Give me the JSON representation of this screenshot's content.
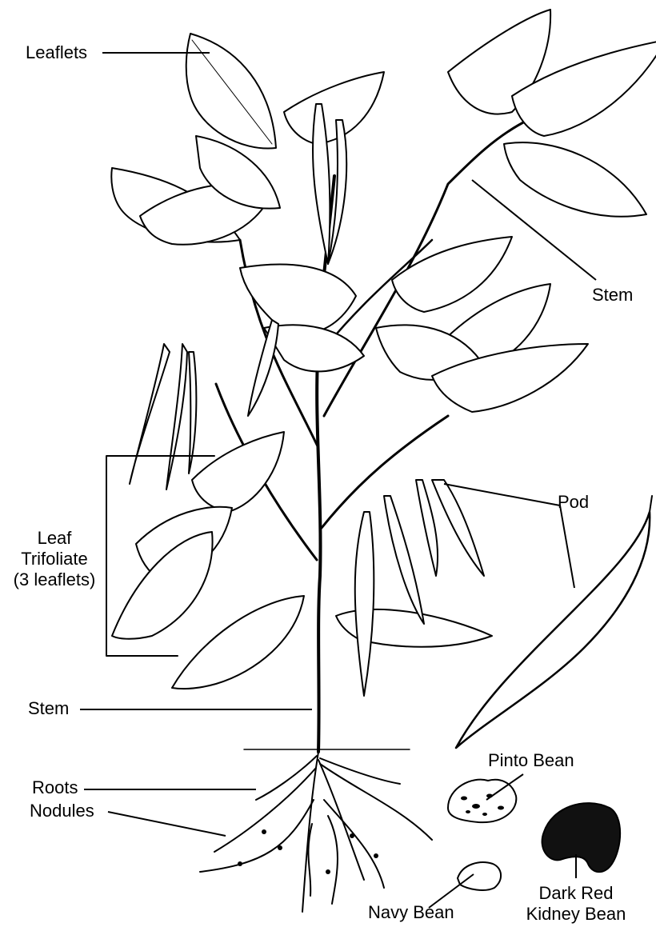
{
  "labels": {
    "leaflets": "Leaflets",
    "stem_top": "Stem",
    "pod": "Pod",
    "leaf_line1": "Leaf",
    "leaf_line2": "Trifoliate",
    "leaf_line3": "(3 leaflets)",
    "stem_bottom": "Stem",
    "roots": "Roots",
    "nodules": "Nodules",
    "pinto": "Pinto Bean",
    "navy": "Navy Bean",
    "kidney_line1": "Dark Red",
    "kidney_line2": "Kidney Bean"
  },
  "colors": {
    "ink": "#000000",
    "background": "#ffffff",
    "kidney": "#111111"
  }
}
